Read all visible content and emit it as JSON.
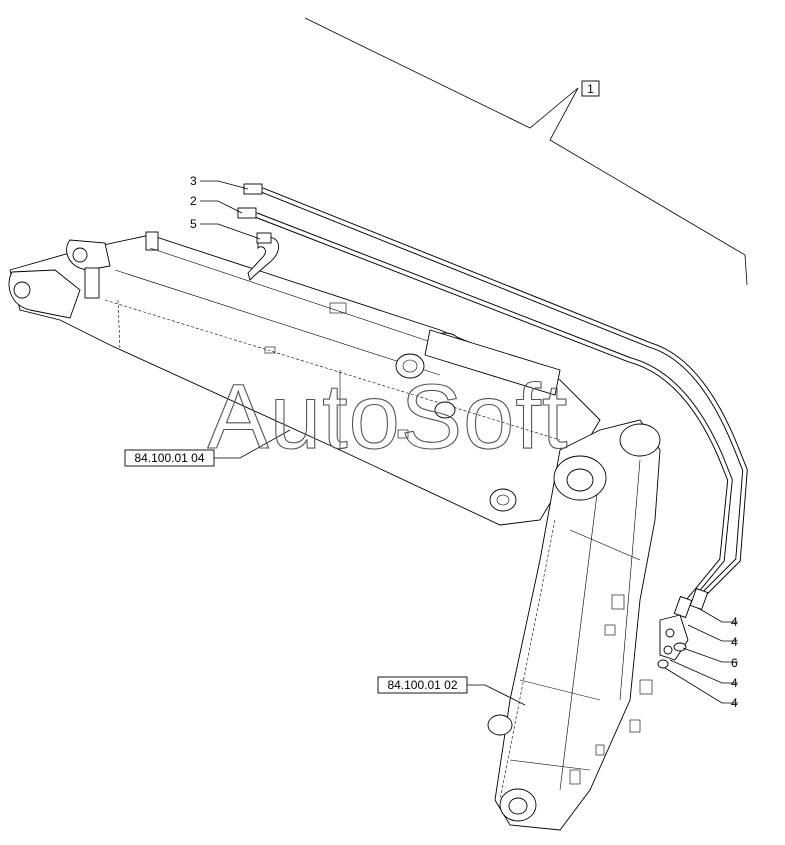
{
  "group_label": "1",
  "callouts": {
    "c3": "3",
    "c2": "2",
    "c5": "5",
    "c4a": "4",
    "c4b": "4",
    "c6": "6",
    "c4c": "4",
    "c4d": "4"
  },
  "references": {
    "arm_ref": "84.100.01 04",
    "boom_ref": "84.100.01 02"
  },
  "watermark": "AutoSoft"
}
